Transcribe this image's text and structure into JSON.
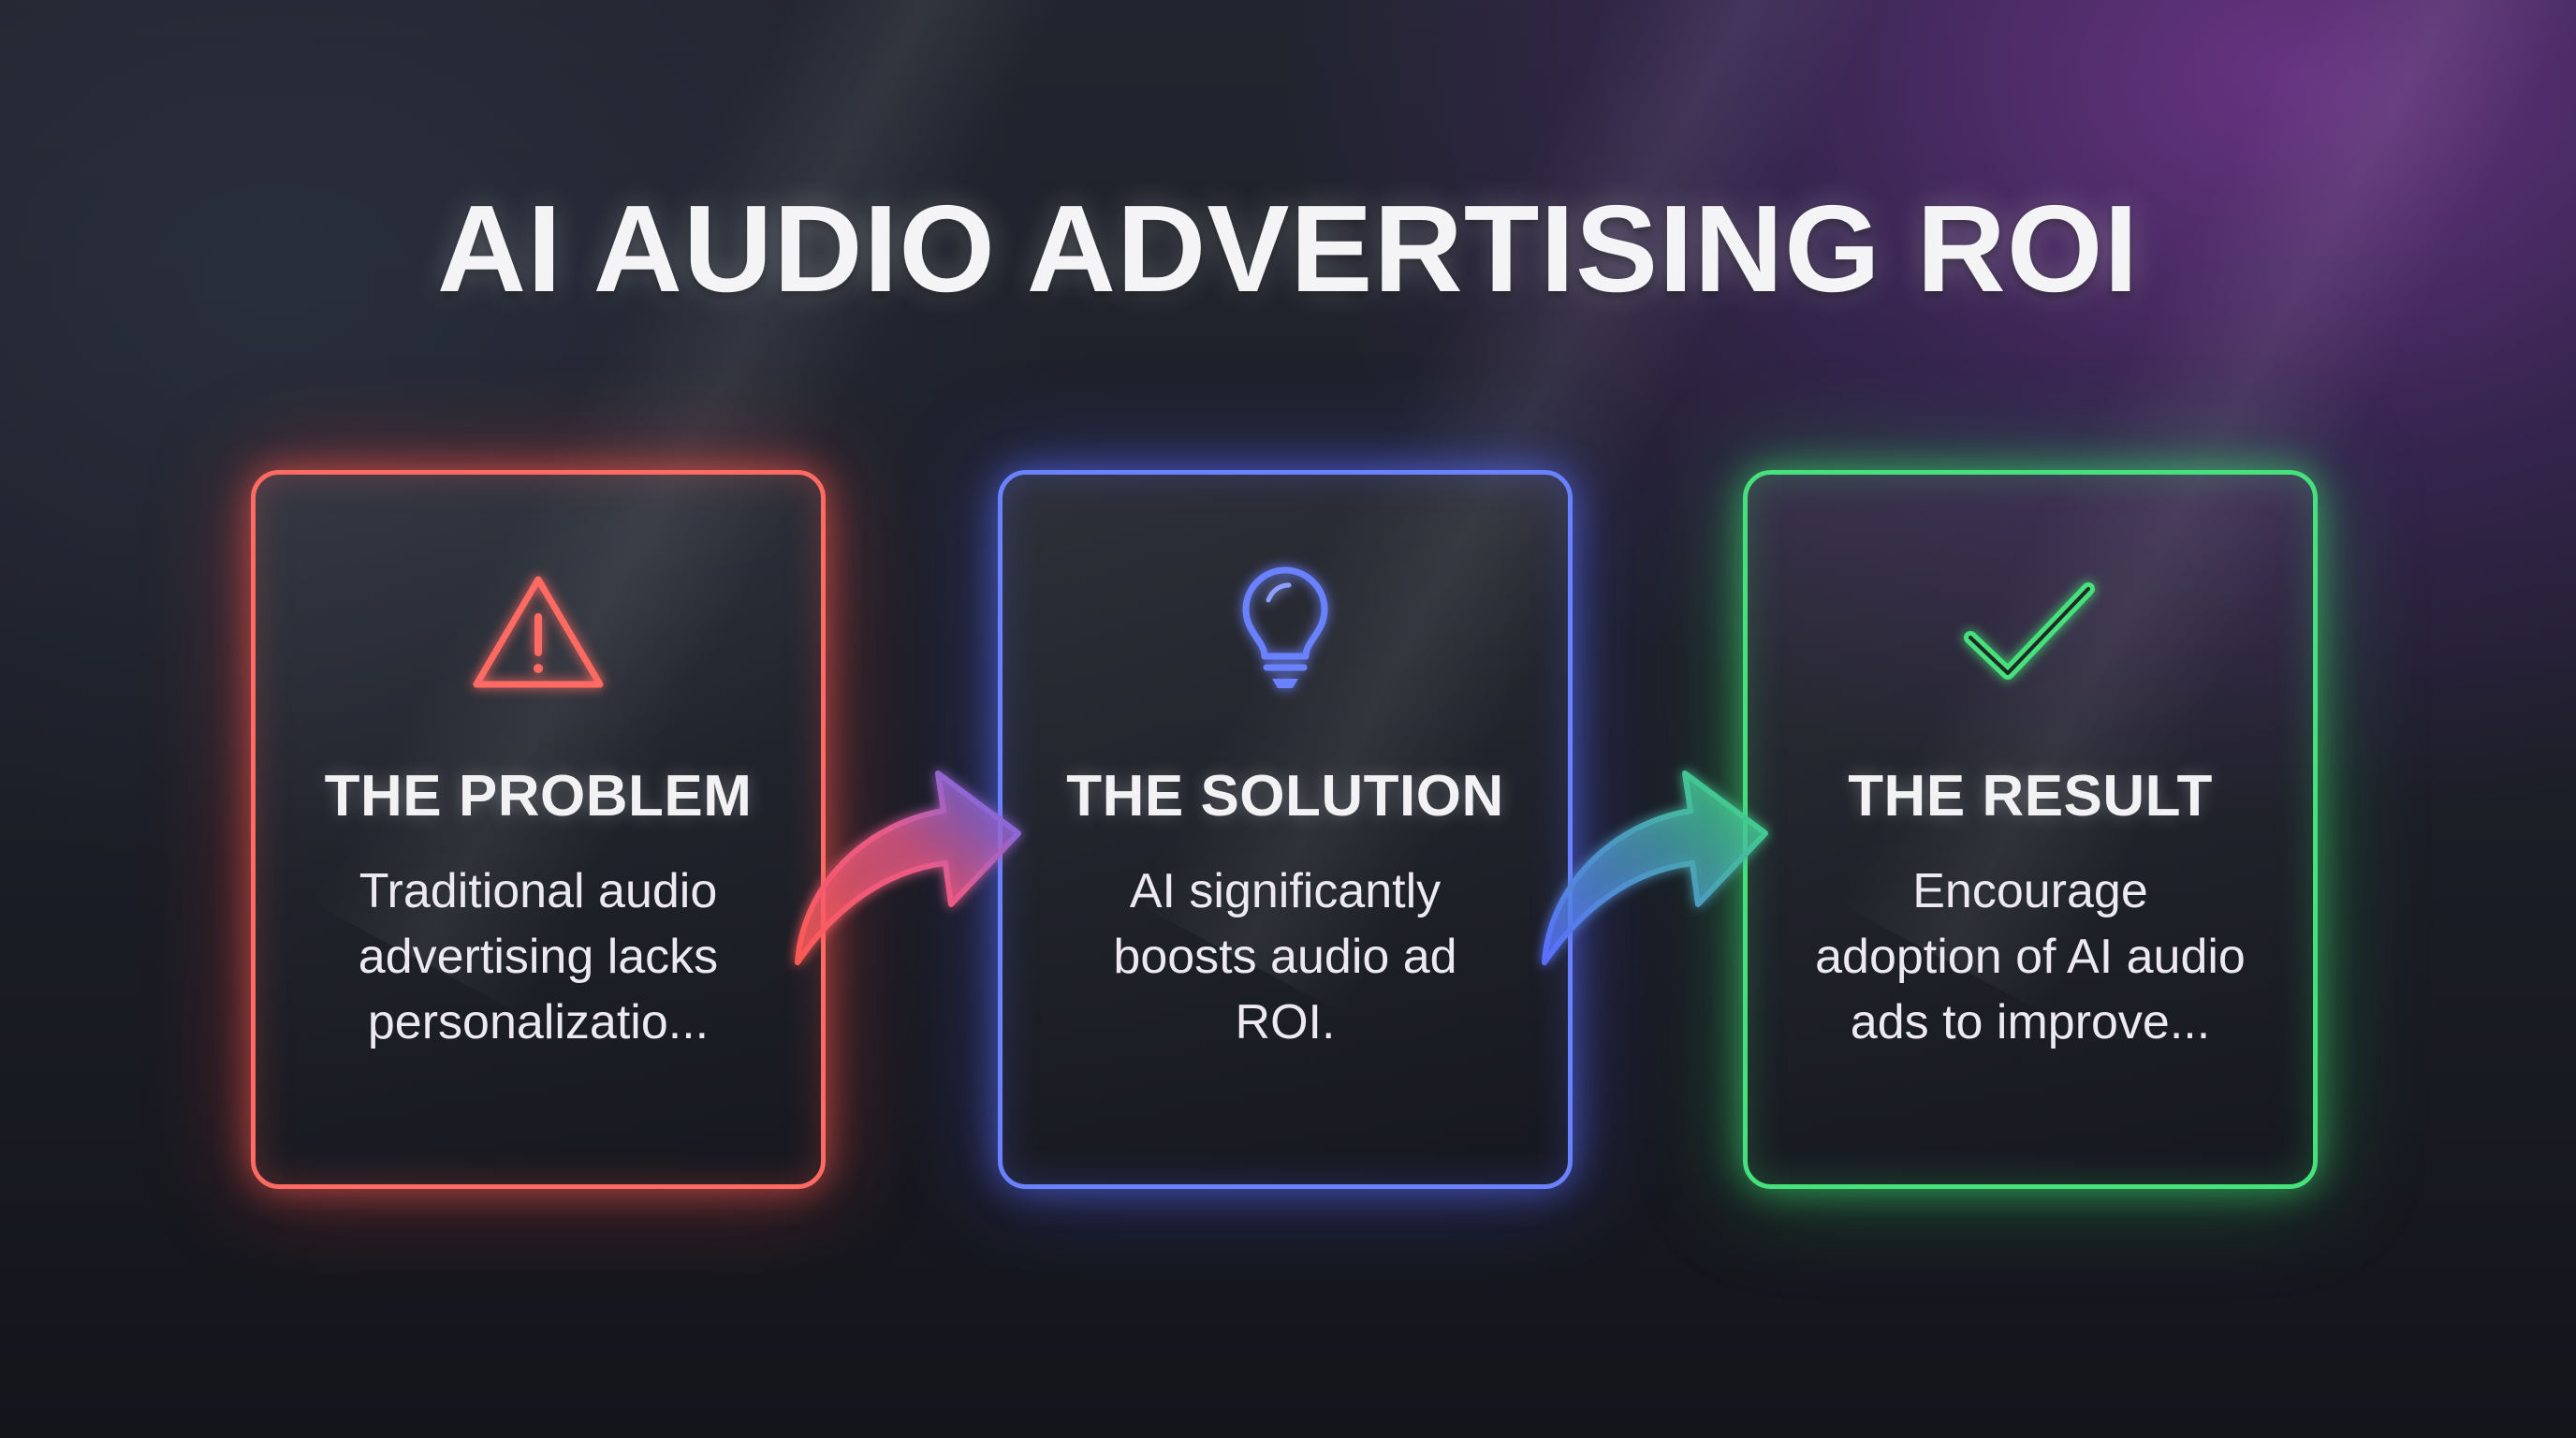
{
  "title": "AI AUDIO ADVERTISING ROI",
  "colors": {
    "problem": "#ff6b63",
    "solution": "#6b82ff",
    "result": "#46e07d"
  },
  "cards": [
    {
      "icon": "warning-triangle-icon",
      "heading": "THE PROBLEM",
      "lines": [
        "Traditional audio",
        "advertising lacks",
        "personalizatio..."
      ]
    },
    {
      "icon": "lightbulb-icon",
      "heading": "THE SOLUTION",
      "lines": [
        "AI significantly",
        "boosts audio ad",
        "ROI."
      ]
    },
    {
      "icon": "checkmark-icon",
      "heading": "THE RESULT",
      "lines": [
        "Encourage",
        "adoption of AI audio",
        "ads to improve..."
      ]
    }
  ],
  "connectors": [
    {
      "icon": "curved-arrow-icon",
      "from": "THE PROBLEM",
      "to": "THE SOLUTION"
    },
    {
      "icon": "curved-arrow-icon",
      "from": "THE SOLUTION",
      "to": "THE RESULT"
    }
  ]
}
